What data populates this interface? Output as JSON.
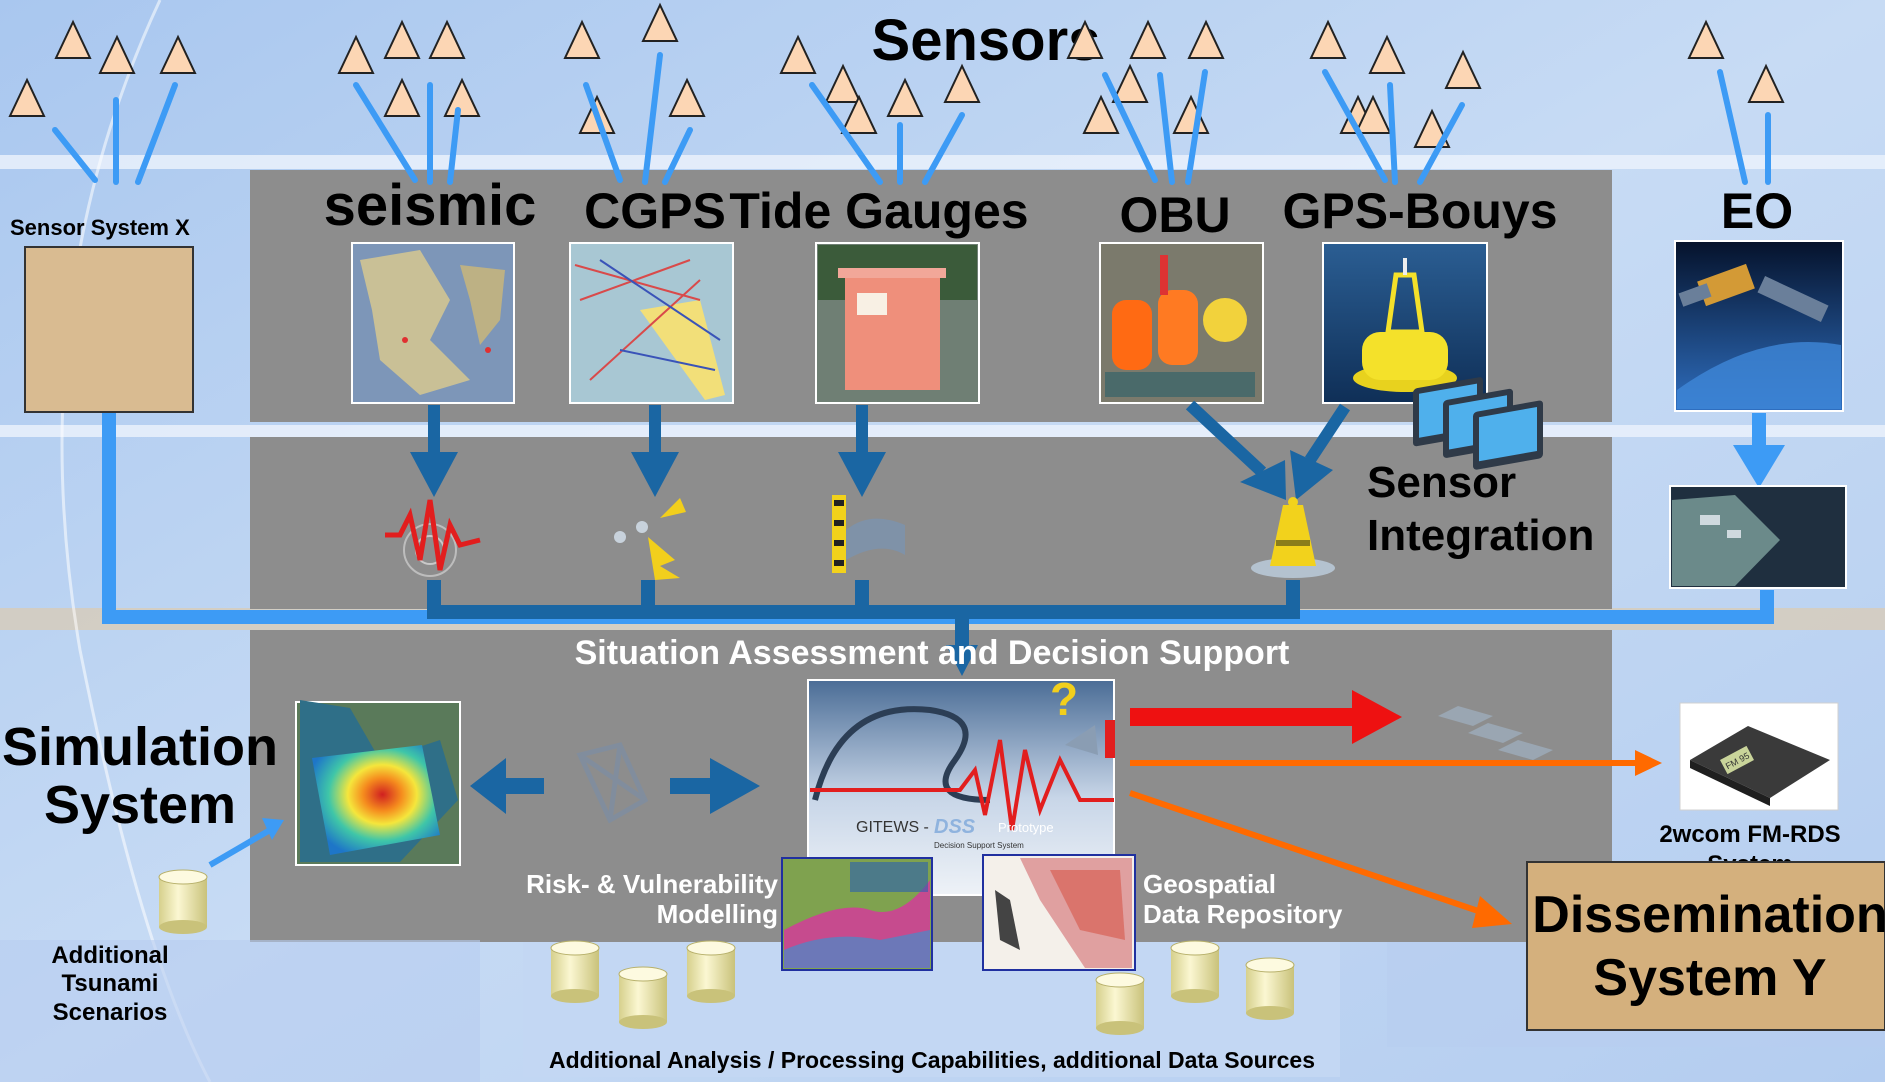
{
  "title": "Sensors",
  "sensor_groups": [
    {
      "label": "seismic",
      "image_caption": ""
    },
    {
      "label": "CGPS",
      "image_caption": ""
    },
    {
      "label": "Tide Gauges",
      "image_caption": ""
    },
    {
      "label": "OBU",
      "image_caption": ""
    },
    {
      "label": "GPS-Bouys",
      "image_caption": ""
    },
    {
      "label": "EO",
      "image_caption": ""
    }
  ],
  "sensor_system_x": "Sensor System X",
  "sensor_integration": [
    "Sensor",
    "Integration"
  ],
  "situation_assessment": "Situation Assessment and Decision Support",
  "simulation_system": [
    "Simulation",
    "System"
  ],
  "additional_scenarios": [
    "Additional",
    "Tsunami",
    "Scenarios"
  ],
  "risk_modelling": [
    "Risk- & Vulnerability",
    "Modelling"
  ],
  "geospatial_repository": [
    "Geospatial",
    "Data Repository"
  ],
  "dss_logo": {
    "brand": "GITEWS - ",
    "dss": "DSS",
    "suffix": "Prototype",
    "subtitle": "Decision Support System"
  },
  "fm_rds": [
    "2wcom FM-RDS",
    "System"
  ],
  "fm_display": "FM 95",
  "dissemination": [
    "Dissemination",
    "System Y"
  ],
  "analysis_caption": "Additional Analysis / Processing Capabilities, additional Data Sources",
  "tide_sign": "",
  "colors": {
    "background": "#bdd3f0",
    "panel": "#8d8d8d",
    "flow_blue": "#3d9bf5",
    "dark_blue": "#1a66a3",
    "triangle_fill": "#fcd6b4",
    "alert_red": "#ee1111",
    "alert_orange": "#ff6a00",
    "sensor_box": "#d9bb91",
    "dissemination_box": "#d4b07d"
  }
}
